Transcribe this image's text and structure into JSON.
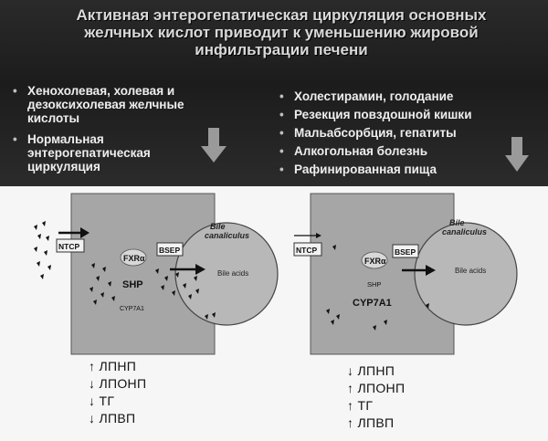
{
  "header": {
    "title": "Активная энтерогепатическая циркуляция основных желчных кислот  приводит к уменьшению жировой инфильтрации печени"
  },
  "left_conditions": [
    "Хенохолевая, холевая и дезоксихолевая желчные кислоты",
    "Нормальная энтерогепатическая циркуляция"
  ],
  "right_conditions": [
    "Холестирамин, голодание",
    "Резекция повздошной кишки",
    "Мальабсорбция, гепатиты",
    "Алкогольная болезнь",
    "Рафинированная пища"
  ],
  "bullet_char": "•",
  "diagram_labels": {
    "ntcp": "NTCP",
    "bsep": "BSEP",
    "fxr": "FXRα",
    "shp": "SHP",
    "cyp7a1": "CYP7A1",
    "canaliculus_line1": "Bile",
    "canaliculus_line2": "canaliculus",
    "bile_acids": "Bile acids"
  },
  "left_outcomes": [
    {
      "arrow": "↑",
      "label": "ЛПНП"
    },
    {
      "arrow": "↓",
      "label": "ЛПОНП"
    },
    {
      "arrow": "↓",
      "label": "ТГ"
    },
    {
      "arrow": "↓",
      "label": "ЛПВП"
    }
  ],
  "right_outcomes": [
    {
      "arrow": "↓",
      "label": "ЛПНП"
    },
    {
      "arrow": "↑",
      "label": "ЛПОНП"
    },
    {
      "arrow": "↑",
      "label": "ТГ"
    },
    {
      "arrow": "↑",
      "label": "ЛПВП"
    }
  ],
  "colors": {
    "header_bg": "#222222",
    "cell_fill": "#a6a6a6",
    "canaliculus_fill": "#b8b8b8",
    "arrow_gray": "#9a9a9a"
  }
}
